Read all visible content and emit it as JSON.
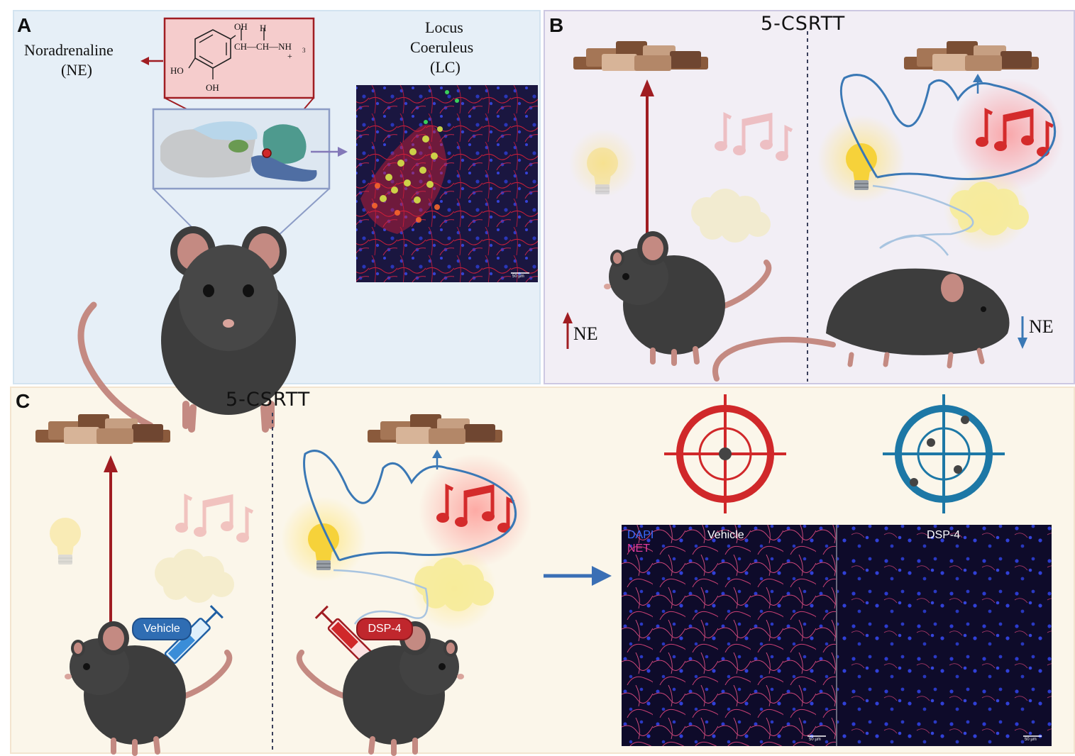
{
  "panel_a": {
    "label": "A",
    "molecule_name_line1": "Noradrenaline",
    "molecule_name_line2": "(NE)",
    "structure": {
      "oh_top": "OH",
      "h_top": "H",
      "chain": "CH—CH—NH",
      "nh_sub": "3",
      "charge": "+",
      "ho_left": "HO",
      "oh_bottom": "OH"
    },
    "region_line1": "Locus",
    "region_line2": "Coeruleus",
    "region_line3": "(LC)",
    "scale_bar": "50 µm"
  },
  "panel_b": {
    "label": "B",
    "title": "5-CSRTT",
    "ne_up": "NE",
    "ne_down": "NE"
  },
  "panel_c": {
    "label": "C",
    "title": "5-CSRTT",
    "vehicle_pill": "Vehicle",
    "dsp4_pill": "DSP-4",
    "micro_dapi": "DAPI",
    "micro_net": "NET",
    "micro_vehicle": "Vehicle",
    "micro_dsp4": "DSP-4",
    "scale_bar": "50 µm"
  },
  "colors": {
    "dark_red": "#a01d22",
    "bright_red": "#d42b2b",
    "blue_path": "#3a78b5",
    "target_red": "#d0282a",
    "target_blue": "#1d78a6",
    "mouse_body": "#3d3d3d",
    "mouse_pink": "#c48a82"
  }
}
